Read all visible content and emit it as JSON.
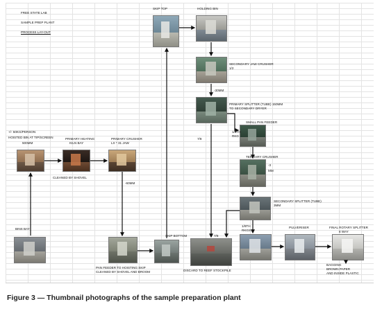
{
  "header": {
    "line1": "FREE STATE LAB",
    "line2": "SAMPLE PREP PLANT",
    "line3": "PROCESS LAY-OUT"
  },
  "labels": {
    "skip_top": "SKIP TOP",
    "holding_bin": "HOLDING BIN",
    "secondary_jaw_1": "SECONDARY JAW CRUSHER",
    "secondary_jaw_2": "1/2",
    "size_30mm": "-30mm",
    "rotary_splitter_1": "PRIMARY SPLITTER (TUBE) 150mm",
    "rotary_splitter_2": "TO SECONDARY DRYER",
    "small_pan_feeder": "SMALL PAN FEEDER",
    "split_7_8_a": "7/8",
    "split_1_8_a1": "1/8TH",
    "split_1_8_a2": "RKG",
    "tertiary_crusher": "TERTIARY CRUSHER",
    "size_3mm_1": "-3",
    "size_3mm_2": "mm",
    "secondary_splitter_1": "SECONDARY SPLITTER (TUBE)",
    "secondary_splitter_2": "3mm",
    "hoisted_1": "+/- 50kg/PERSON",
    "hoisted_2": "HOISTED BIN AT TIP/SCREEN",
    "hoisted_3": "500mm",
    "primary_heating_1": "PRIMARY HEATING",
    "primary_heating_2": "KILN BAY",
    "cleaned_shovel": "CLEANED BY SHOVEL",
    "primary_crusher_1": "PRIMARY CRUSHER",
    "primary_crusher_2": "LX * 31 JAW",
    "size_60mm": "-60mm",
    "bins_bay": "BINS BAY",
    "skip_bottom": "SKIP BOTTOM",
    "split_7_8_b": "7/8",
    "split_1_8_b1": "1/8TH",
    "split_1_8_b2": "RKGS",
    "pulveriser": "PULVERISER",
    "final_splitter_1": "FINAL ROTARY SPLITTER",
    "final_splitter_2": "8 WAY",
    "pan_feeder_1": "PAN FEEDER TO HOISTING SKIP",
    "pan_feeder_2": "CLEANED BY SHOVEL AND BROOM",
    "discard": "DISCARD TO REEF STOCKPILE",
    "bagging_1": "BAGGING",
    "bagging_2": "BROWN PAPER",
    "bagging_3": "AND INSIDE PLASTIC"
  },
  "caption": "Figure 3 — Thumbnail photographs of the sample preparation plant",
  "colors": {
    "arrow": "#111111",
    "grid": "#e3e3e3",
    "caption": "#222222"
  }
}
